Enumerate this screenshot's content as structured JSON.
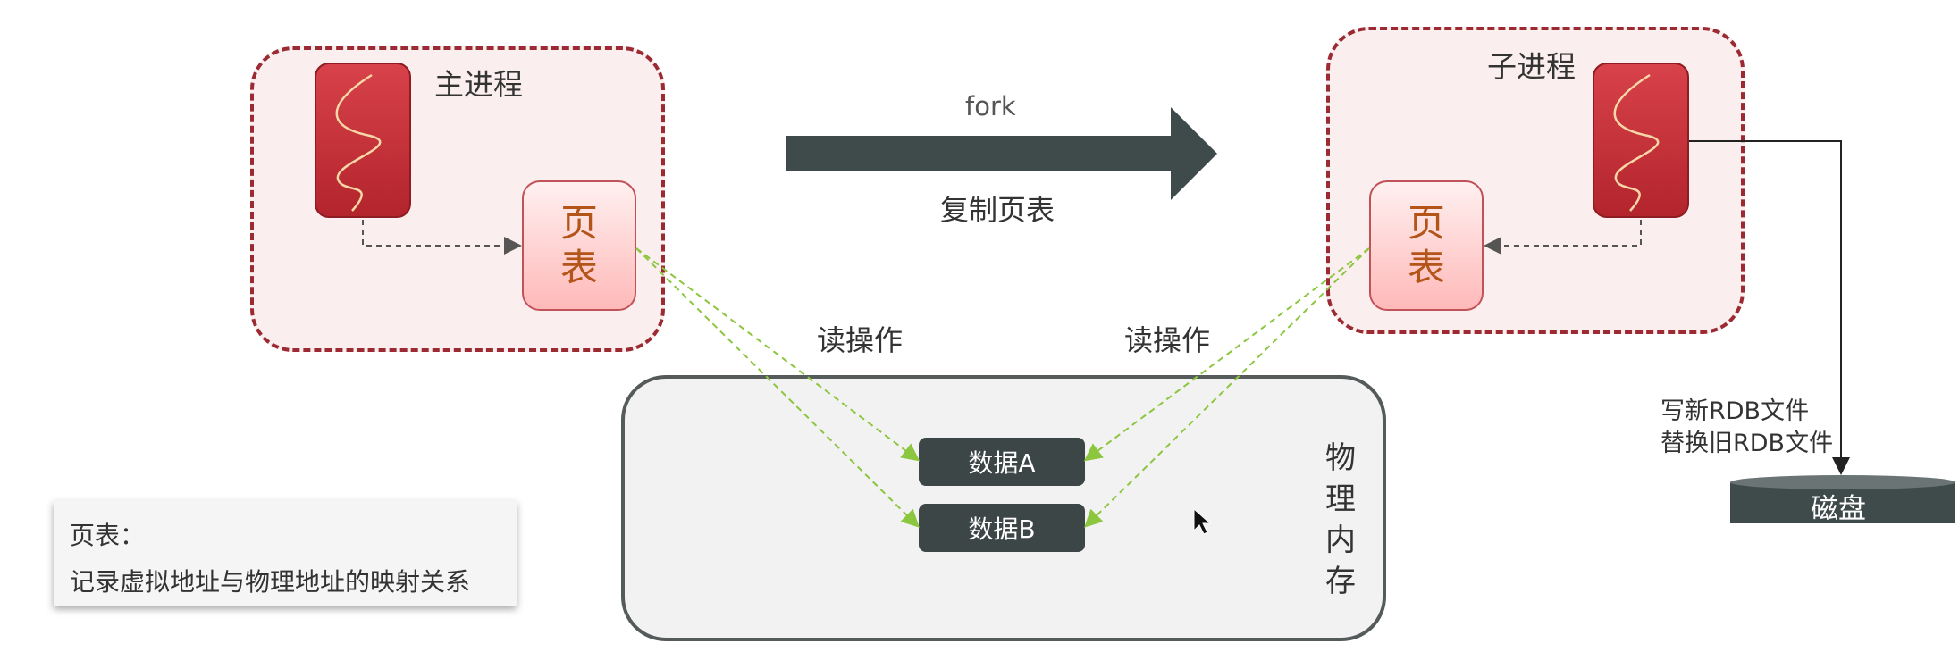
{
  "main_process": {
    "title": "主进程",
    "page_table": "页表"
  },
  "child_process": {
    "title": "子进程",
    "page_table": "页表"
  },
  "fork_arrow": {
    "top_label": "fork",
    "bottom_label": "复制页表"
  },
  "read_labels": {
    "left": "读操作",
    "right": "读操作"
  },
  "memory": {
    "title": "物理内存",
    "items": [
      "数据A",
      "数据B"
    ]
  },
  "write_note": {
    "line1": "写新RDB文件",
    "line2": "替换旧RDB文件"
  },
  "disk": {
    "label": "磁盘"
  },
  "legend": {
    "title": "页表：",
    "description": "记录虚拟地址与物理地址的映射关系"
  },
  "colors": {
    "process_border": "#9b2a33",
    "arrow_dark": "#3f4a4a",
    "read_line": "#8cc63f",
    "page_table_text": "#b35418"
  }
}
